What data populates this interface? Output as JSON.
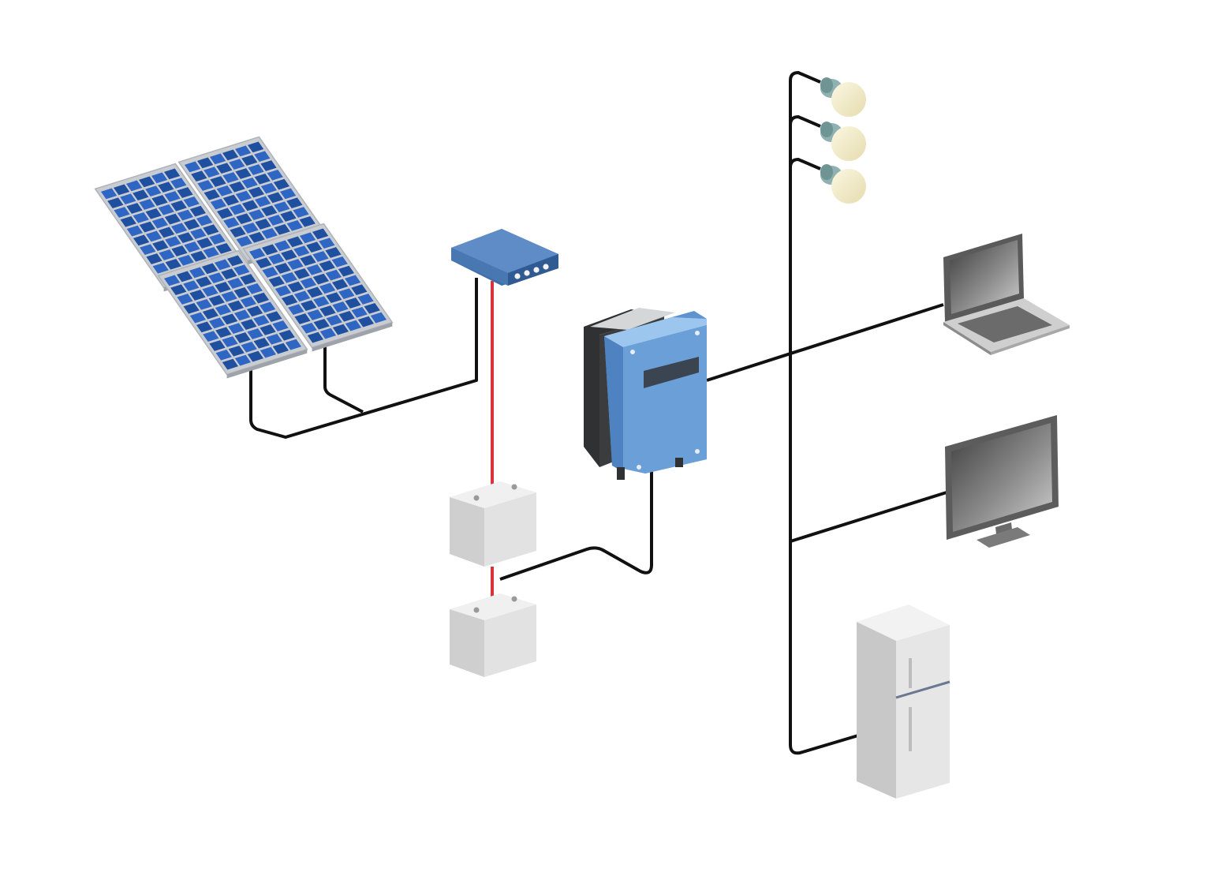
{
  "diagram": {
    "title": "",
    "colors": {
      "background": "#ffffff",
      "wire": "#111111",
      "wire_positive": "#d9343b",
      "panel_cell": "#2f66c4",
      "panel_cell_dark": "#1f4f9f",
      "panel_frame": "#c9ccd1",
      "inverter_front": "#6b9fd8",
      "inverter_top": "#9cc6ee",
      "controller_blue": "#5a80b4",
      "battery_front": "#dcdcdc",
      "bulb_glass": "#f1ebc8",
      "bulb_base": "#8fb1b1",
      "screen_dark": "#4a4a4a",
      "fridge_body": "#e4e4e4"
    },
    "components": [
      {
        "id": "solar-array",
        "icon": "solar-panel-icon",
        "count": 4
      },
      {
        "id": "charge-controller",
        "icon": "charge-controller-icon"
      },
      {
        "id": "battery-upper",
        "icon": "battery-icon"
      },
      {
        "id": "battery-lower",
        "icon": "battery-icon"
      },
      {
        "id": "inverter",
        "icon": "inverter-icon"
      },
      {
        "id": "bulb-1",
        "icon": "light-bulb-icon"
      },
      {
        "id": "bulb-2",
        "icon": "light-bulb-icon"
      },
      {
        "id": "bulb-3",
        "icon": "light-bulb-icon"
      },
      {
        "id": "laptop",
        "icon": "laptop-icon"
      },
      {
        "id": "monitor",
        "icon": "monitor-icon"
      },
      {
        "id": "refrigerator",
        "icon": "refrigerator-icon"
      }
    ]
  }
}
